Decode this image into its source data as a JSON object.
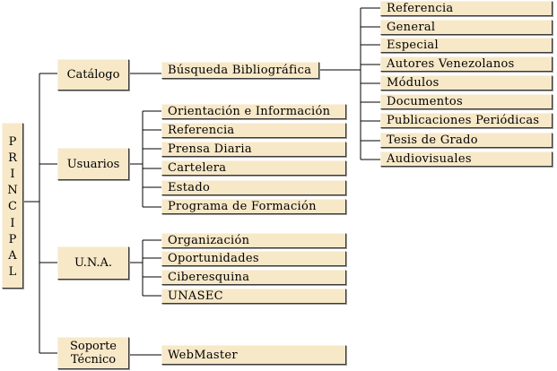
{
  "root": {
    "letters": [
      "P",
      "R",
      "I",
      "N",
      "C",
      "I",
      "P",
      "A",
      "L"
    ]
  },
  "catalogo": {
    "label": "Catálogo",
    "child": "Búsqueda Bibliográfica",
    "subitems": [
      "Referencia",
      "General",
      "Especial",
      "Autores Venezolanos",
      "Módulos",
      "Documentos",
      "Publicaciones Periódicas",
      "Tesis de Grado",
      "Audiovisuales"
    ]
  },
  "usuarios": {
    "label": "Usuarios",
    "items": [
      "Orientación e Información",
      "Referencia",
      "Prensa Diaria",
      "Cartelera",
      "Estado",
      "Programa de Formación"
    ]
  },
  "una": {
    "label": "U.N.A.",
    "items": [
      "Organización",
      "Oportunidades",
      "Ciberesquina",
      "UNASEC"
    ]
  },
  "soporte": {
    "label_line1": "Soporte",
    "label_line2": "Técnico",
    "items": [
      "WebMaster"
    ]
  }
}
